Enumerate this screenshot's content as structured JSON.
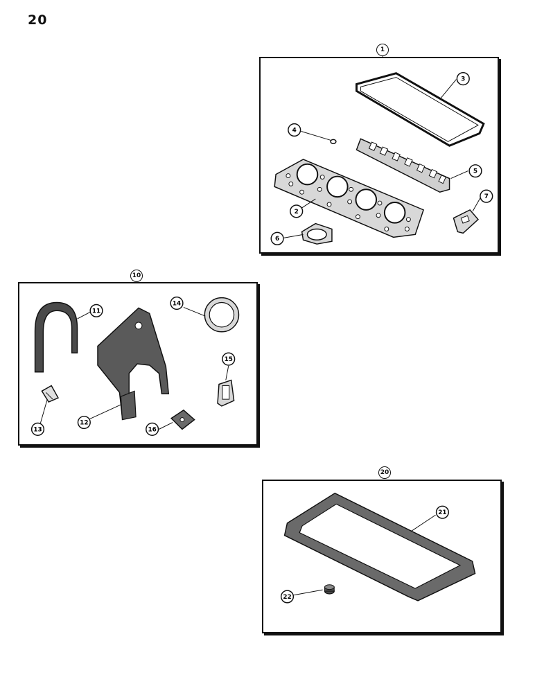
{
  "page_number": "20",
  "kits": [
    {
      "callout": "1",
      "parts": [
        "3",
        "4",
        "5",
        "2",
        "7",
        "6"
      ]
    },
    {
      "callout": "10",
      "parts": [
        "11",
        "14",
        "15",
        "13",
        "12",
        "16"
      ]
    },
    {
      "callout": "20",
      "parts": [
        "21",
        "22"
      ]
    }
  ],
  "colors": {
    "ink": "#111111",
    "paper": "#ffffff",
    "gasket_fill": "#5a5a5a"
  }
}
